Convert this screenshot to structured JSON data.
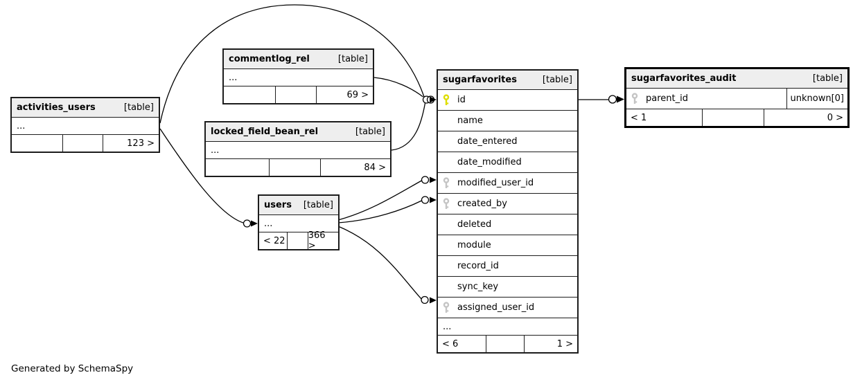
{
  "diagram": {
    "credit": "Generated by SchemaSpy",
    "type": "schemaspy-relationship-diagram"
  },
  "colors": {
    "header_bg": "#eeeeee",
    "border": "#1c1c1c",
    "edge": "#000000",
    "primary_key": "#dede00",
    "foreign_key": "#c4c4c4"
  },
  "tables": [
    {
      "id": "activities_users",
      "name": "activities_users",
      "tag": "[table]",
      "rows": [
        {
          "ellipsis": "..."
        }
      ],
      "footer": [
        "",
        "",
        "123 >"
      ]
    },
    {
      "id": "commentlog_rel",
      "name": "commentlog_rel",
      "tag": "[table]",
      "rows": [
        {
          "ellipsis": "..."
        }
      ],
      "footer": [
        "",
        "",
        "69 >"
      ]
    },
    {
      "id": "locked_field_bean_rel",
      "name": "locked_field_bean_rel",
      "tag": "[table]",
      "rows": [
        {
          "ellipsis": "..."
        }
      ],
      "footer": [
        "",
        "",
        "84 >"
      ]
    },
    {
      "id": "users",
      "name": "users",
      "tag": "[table]",
      "rows": [
        {
          "ellipsis": "..."
        }
      ],
      "footer": [
        "< 22",
        "",
        "366 >"
      ]
    },
    {
      "id": "sugarfavorites",
      "name": "sugarfavorites",
      "tag": "[table]",
      "rows": [
        {
          "name": "id",
          "key": "primary"
        },
        {
          "name": "name"
        },
        {
          "name": "date_entered"
        },
        {
          "name": "date_modified"
        },
        {
          "name": "modified_user_id",
          "key": "foreign"
        },
        {
          "name": "created_by",
          "key": "foreign"
        },
        {
          "name": "deleted"
        },
        {
          "name": "module"
        },
        {
          "name": "record_id"
        },
        {
          "name": "sync_key"
        },
        {
          "name": "assigned_user_id",
          "key": "foreign"
        },
        {
          "ellipsis": "..."
        }
      ],
      "footer": [
        "< 6",
        "",
        "1 >"
      ]
    },
    {
      "id": "sugarfavorites_audit",
      "name": "sugarfavorites_audit",
      "tag": "[table]",
      "emphasized": true,
      "rows": [
        {
          "name": "parent_id",
          "key": "foreign",
          "type": "unknown[0]"
        }
      ],
      "footer": [
        "< 1",
        "",
        "0 >"
      ]
    }
  ],
  "relationships": [
    {
      "from": "activities_users",
      "to": "users"
    },
    {
      "from": "activities_users",
      "to": "sugarfavorites.id"
    },
    {
      "from": "commentlog_rel",
      "to": "sugarfavorites.id"
    },
    {
      "from": "locked_field_bean_rel",
      "to": "sugarfavorites.id"
    },
    {
      "from": "users",
      "to": "sugarfavorites.modified_user_id"
    },
    {
      "from": "users",
      "to": "sugarfavorites.created_by"
    },
    {
      "from": "users",
      "to": "sugarfavorites.assigned_user_id"
    },
    {
      "from": "sugarfavorites.id",
      "to": "sugarfavorites_audit.parent_id"
    }
  ]
}
